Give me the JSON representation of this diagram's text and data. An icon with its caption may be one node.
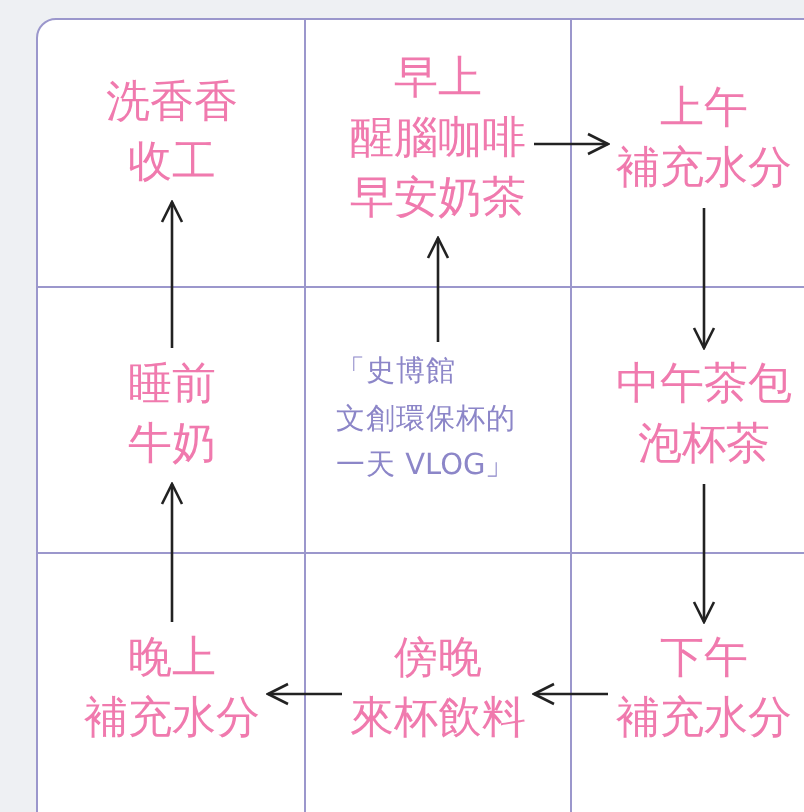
{
  "diagram": {
    "nodes": [
      {
        "text": [
          "洗香香收工"
        ]
      },
      {
        "text": [
          "早上醒腦咖啡早安奶茶"
        ]
      },
      {
        "text": [
          "上午補充水分"
        ]
      },
      {
        "text": [
          "睡前牛奶"
        ]
      },
      {
        "text": [
          "「史博館文創環保杯的一天 VLOG」"
        ]
      },
      {
        "text": [
          "中午茶包泡杯茶"
        ]
      },
      {
        "text": [
          "晚上補充水分"
        ]
      },
      {
        "text": [
          "傍晚來杯飲料"
        ]
      },
      {
        "text": [
          "下午補充水分"
        ]
      }
    ],
    "edges": [
      {
        "from": 4,
        "to": 1,
        "arrow": "to"
      },
      {
        "from": 1,
        "to": 2,
        "arrow": "to"
      },
      {
        "from": 2,
        "to": 5,
        "arrow": "to"
      },
      {
        "from": 5,
        "to": 8,
        "arrow": "to"
      },
      {
        "from": 8,
        "to": 7,
        "arrow": "to"
      },
      {
        "from": 7,
        "to": 6,
        "arrow": "to"
      },
      {
        "from": 6,
        "to": 3,
        "arrow": "to"
      },
      {
        "from": 3,
        "to": 0,
        "arrow": "to"
      }
    ]
  }
}
